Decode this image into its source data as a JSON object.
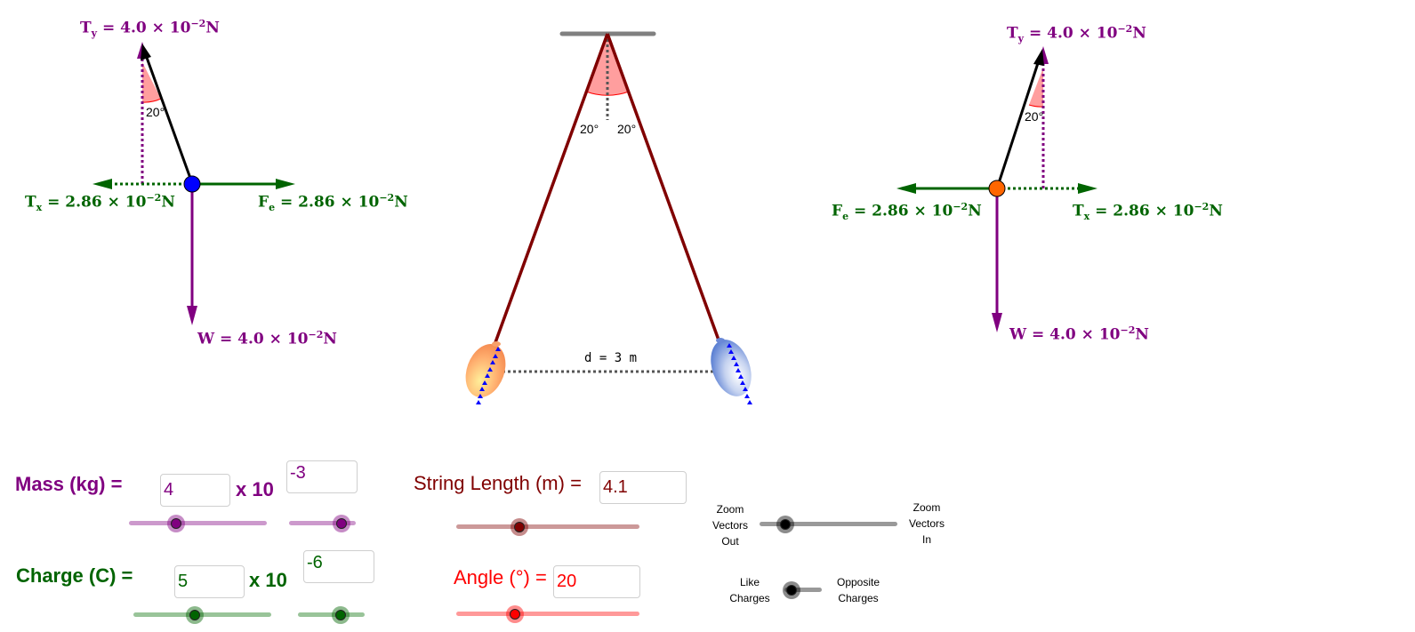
{
  "left_fbd": {
    "ty_label": "T",
    "ty_sub": "y",
    "ty_value": " = 4.0 × 10",
    "ty_exp": "−2",
    "ty_unit": "N",
    "tx_label": "T",
    "tx_sub": "x",
    "tx_value": " = 2.86 × 10",
    "tx_exp": "−2",
    "tx_unit": "N",
    "fe_label": "F",
    "fe_sub": "e",
    "fe_value": " = 2.86 × 10",
    "fe_exp": "−2",
    "fe_unit": "N",
    "w_label": "W",
    "w_value": " = 4.0 × 10",
    "w_exp": "−2",
    "w_unit": "N",
    "angle": "20°",
    "charge_color": "#0000ff"
  },
  "right_fbd": {
    "ty_label": "T",
    "ty_sub": "y",
    "ty_value": " = 4.0 × 10",
    "ty_exp": "−2",
    "ty_unit": "N",
    "tx_label": "T",
    "tx_sub": "x",
    "tx_value": " = 2.86 × 10",
    "tx_exp": "−2",
    "tx_unit": "N",
    "fe_label": "F",
    "fe_sub": "e",
    "fe_value": " = 2.86 × 10",
    "fe_exp": "−2",
    "fe_unit": "N",
    "w_label": "W",
    "w_value": " = 4.0 × 10",
    "w_exp": "−2",
    "w_unit": "N",
    "angle": "20°",
    "charge_color": "#ff6600"
  },
  "pendulum": {
    "angle_left": "20°",
    "angle_right": "20°",
    "distance": "d = 3 m"
  },
  "controls": {
    "mass": {
      "label": "Mass (kg)  =",
      "value": "4",
      "times": "x 10",
      "exponent": "-3",
      "color": "#800080"
    },
    "charge": {
      "label": "Charge (C)  =",
      "value": "5",
      "times": "x  10",
      "exponent": "-6",
      "color": "#006400"
    },
    "string_length": {
      "label": "String Length (m) =",
      "value": "4.1",
      "color": "#800000"
    },
    "angle": {
      "label": "Angle (°) =",
      "value": "20",
      "color": "#ff0000"
    },
    "zoom_slider": {
      "left_label_1": "Zoom",
      "left_label_2": "Vectors",
      "left_label_3": "Out",
      "right_label_1": "Zoom",
      "right_label_2": "Vectors",
      "right_label_3": "In"
    },
    "charge_toggle": {
      "left_label_1": "Like",
      "left_label_2": "Charges",
      "right_label_1": "Opposite",
      "right_label_2": "Charges"
    }
  }
}
